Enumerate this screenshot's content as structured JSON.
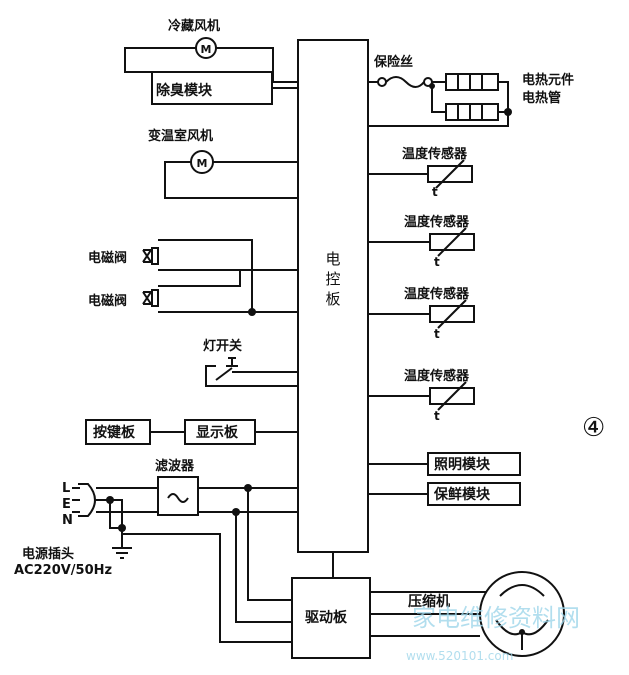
{
  "diagram": {
    "main_board": "电控板",
    "fridge_fan": "冷藏风机",
    "deodor_module": "除臭模块",
    "var_fan": "变温室风机",
    "motor_symbol": "M",
    "solenoid_1": "电磁阀",
    "solenoid_2": "电磁阀",
    "light_switch": "灯开关",
    "key_board": "按键板",
    "display_board": "显示板",
    "filter": "滤波器",
    "plug_L": "L",
    "plug_E": "E",
    "plug_N": "N",
    "power_plug": "电源插头",
    "power_spec": "AC220V/50Hz",
    "fuse": "保险丝",
    "heater_element": "电热元件",
    "heater_tube": "电热管",
    "temp_sensor_1": "温度传感器",
    "temp_sensor_2": "温度传感器",
    "temp_sensor_3": "温度传感器",
    "temp_sensor_4": "温度传感器",
    "sensor_t": "t",
    "light_module": "照明模块",
    "fresh_module": "保鲜模块",
    "drive_board": "驱动板",
    "compressor": "压缩机",
    "figure_number": "④",
    "watermark_cn": "家电维修资料网",
    "watermark_url": "www.520101.com"
  }
}
